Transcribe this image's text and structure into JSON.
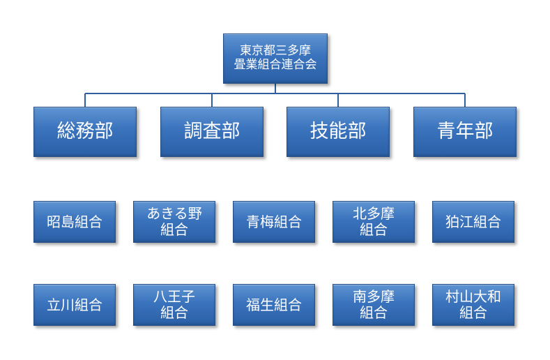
{
  "root": {
    "label": "東京都三多摩\n畳業組合連合会"
  },
  "departments": [
    {
      "label": "総務部"
    },
    {
      "label": "調査部"
    },
    {
      "label": "技能部"
    },
    {
      "label": "青年部"
    }
  ],
  "unions_row1": [
    {
      "label": "昭島組合"
    },
    {
      "label": "あきる野\n組合"
    },
    {
      "label": "青梅組合"
    },
    {
      "label": "北多摩\n組合"
    },
    {
      "label": "狛江組合"
    }
  ],
  "unions_row2": [
    {
      "label": "立川組合"
    },
    {
      "label": "八王子\n組合"
    },
    {
      "label": "福生組合"
    },
    {
      "label": "南多摩\n組合"
    },
    {
      "label": "村山大和\n組合"
    }
  ],
  "colors": {
    "box_fill": "#3a73bd",
    "connector": "#2f5f9e"
  }
}
